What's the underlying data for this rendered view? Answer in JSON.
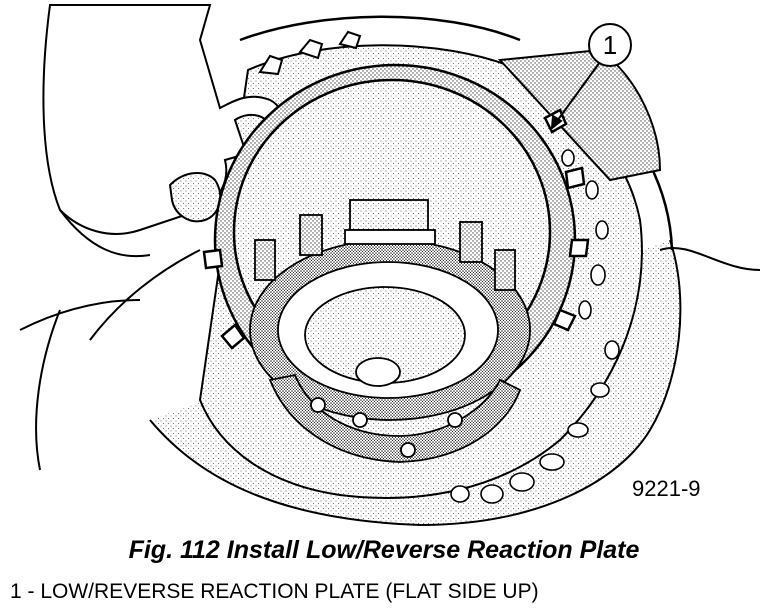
{
  "figure": {
    "callout_number": "1",
    "figure_code": "9221-9"
  },
  "caption": "Fig. 112 Install Low/Reverse Reaction Plate",
  "legend": [
    {
      "text": "1 - LOW/REVERSE REACTION PLATE (FLAT SIDE UP)"
    }
  ]
}
